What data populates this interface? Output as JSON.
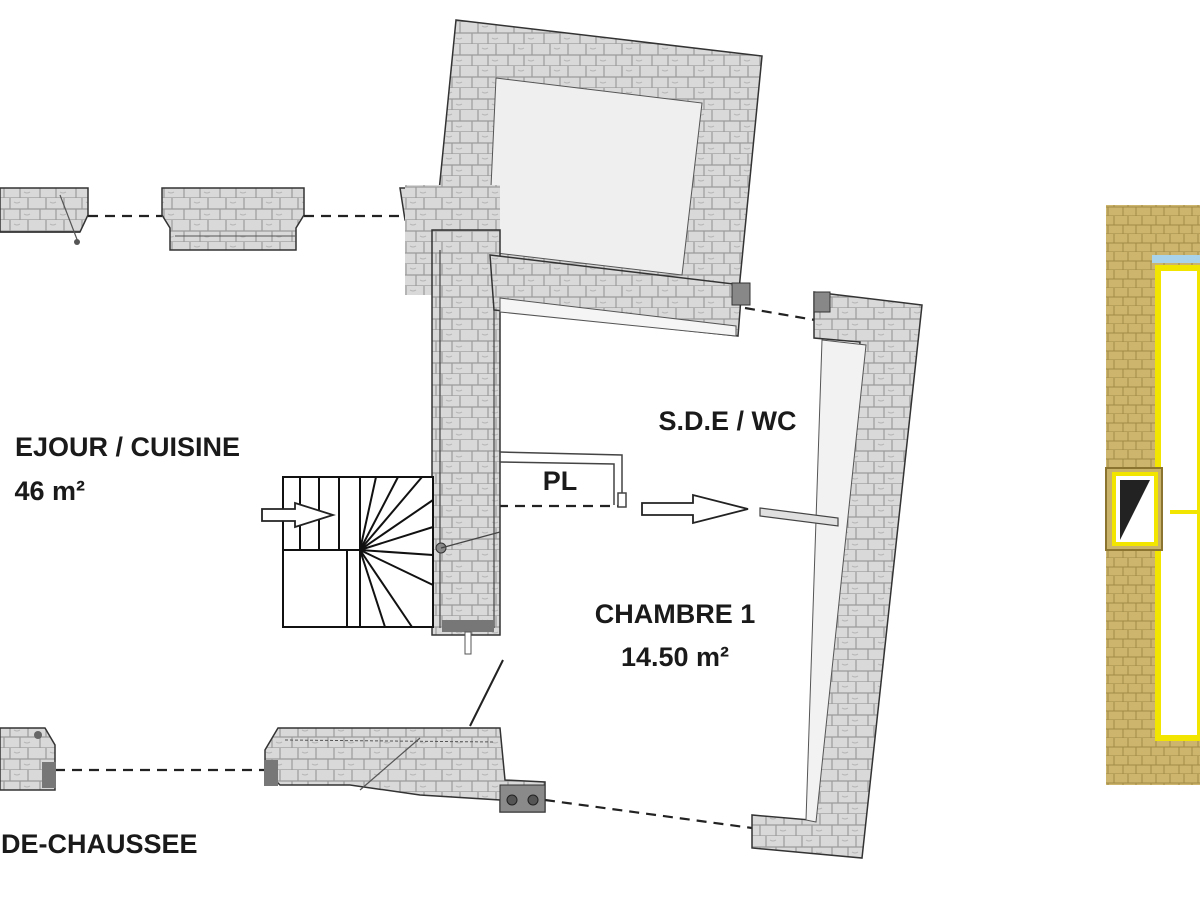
{
  "rooms": {
    "sejour_line1": "EJOUR / CUISINE",
    "sejour_line2": "46 m²",
    "sde_wc": "S.D.E / WC",
    "placard": "PL",
    "chambre_line1": "CHAMBRE 1",
    "chambre_line2": "14.50 m²"
  },
  "floor_label": "-DE-CHAUSSEE",
  "colors": {
    "stone": "#d8d8d8",
    "stone_joint": "#9a9a9a",
    "interior_fill": "#efefef",
    "wall_line": "#333333",
    "pillar": "#8a8a8a",
    "yellow_wall": "#f2e600",
    "ochre_stone": "#c9b26a",
    "sky": "#a9d3ea"
  },
  "icons": [
    "arrow-right-icon",
    "staircase-icon"
  ]
}
